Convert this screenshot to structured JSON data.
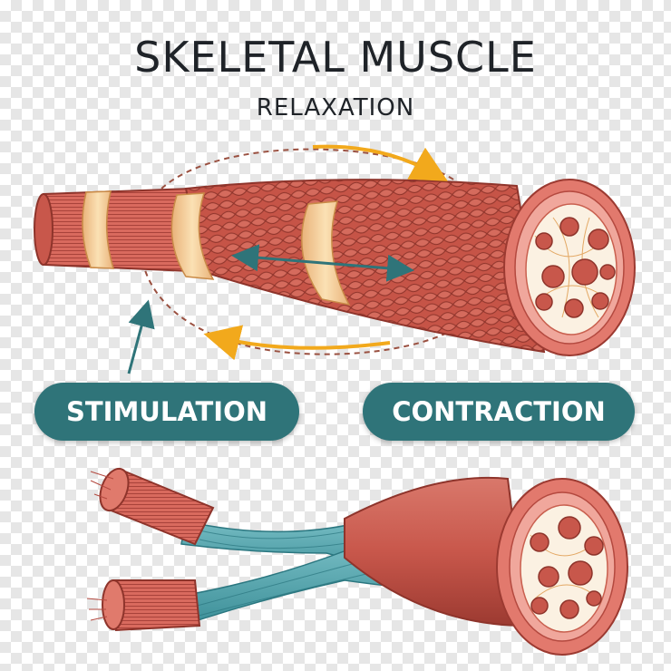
{
  "diagram": {
    "title": "SKELETAL MUSCLE",
    "subtitle": "RELAXATION",
    "labels": {
      "stimulation": "STIMULATION",
      "contraction": "CONTRACTION"
    }
  },
  "colors": {
    "muscle": "#c8574b",
    "muscle_dark": "#9c3a31",
    "sheath": "#f2c98f",
    "tendon": "#5fb0b8",
    "arrow_orange": "#f2a91c",
    "arrow_teal": "#2f7479",
    "pill": "#2f7479"
  }
}
